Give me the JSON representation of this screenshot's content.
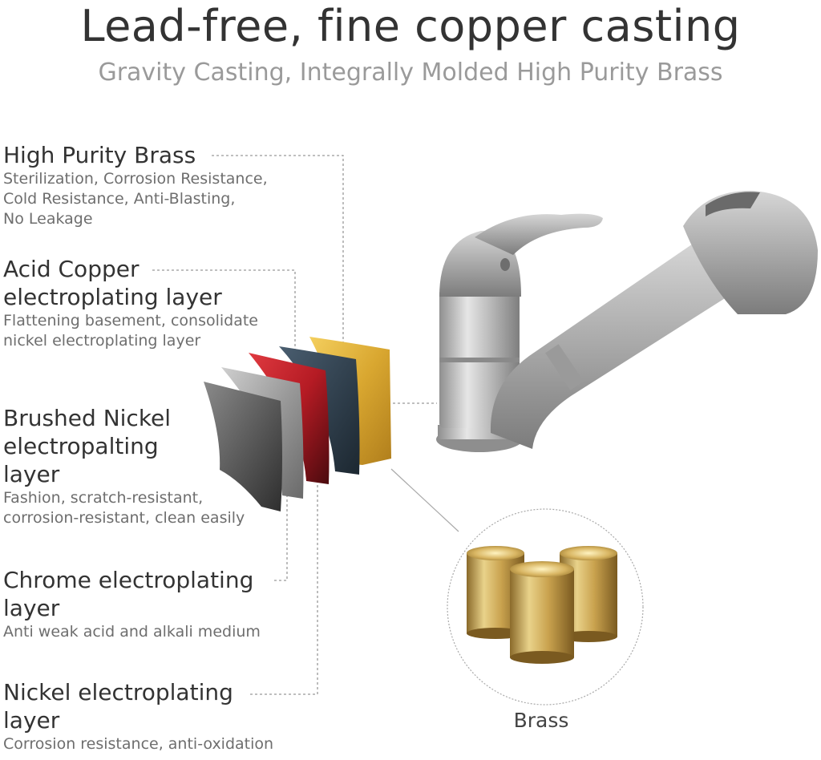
{
  "title": "Lead-free, fine copper casting",
  "subtitle": "Gravity Casting, Integrally Molded High Purity Brass",
  "layers": [
    {
      "name": "High Purity Brass",
      "description": [
        "Sterilization, Corrosion Resistance,",
        "Cold Resistance, Anti-Blasting,",
        "No Leakage"
      ],
      "color": "#d9a730"
    },
    {
      "name": [
        "Acid Copper",
        "electroplating layer"
      ],
      "description": [
        "Flattening basement, consolidate",
        "nickel electroplating layer"
      ],
      "color": "#2e3d4a"
    },
    {
      "name": [
        "Brushed Nickel",
        "electropalting",
        "layer"
      ],
      "description": [
        "Fashion, scratch-resistant,",
        "corrosion-resistant, clean easily"
      ],
      "color": "#b51b24"
    },
    {
      "name": [
        "Chrome electroplating",
        "layer"
      ],
      "description": [
        "Anti weak acid and alkali medium"
      ],
      "color": "#8a8a8a"
    },
    {
      "name": [
        "Nickel electroplating",
        "layer"
      ],
      "description": [
        "Corrosion resistance, anti-oxidation"
      ],
      "color": "#5c5c5c"
    }
  ],
  "brass_label": "Brass"
}
